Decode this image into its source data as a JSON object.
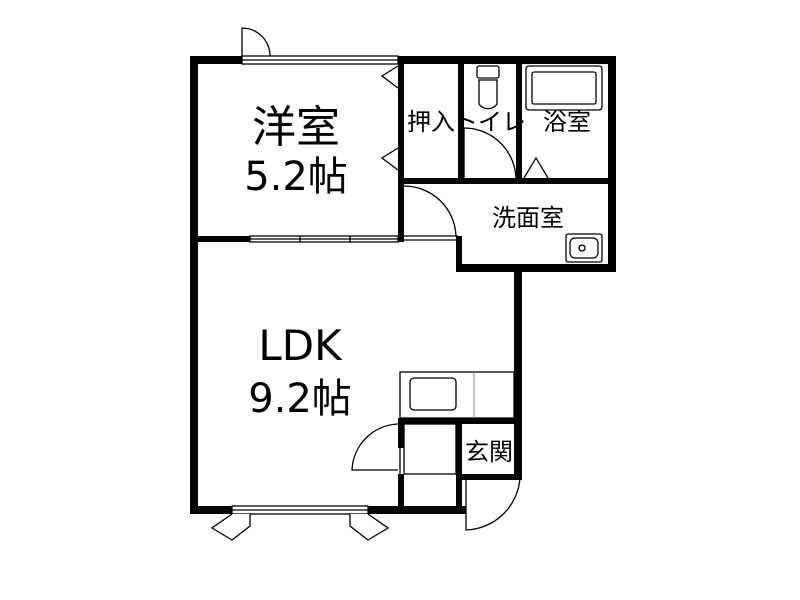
{
  "rooms": {
    "western_room": {
      "name": "洋室",
      "size": "5.2帖"
    },
    "closet": {
      "name": "押入"
    },
    "toilet": {
      "name": "トイレ"
    },
    "bathroom": {
      "name": "浴室"
    },
    "washroom": {
      "name": "洗面室"
    },
    "ldk": {
      "name": "LDK",
      "size": "9.2帖"
    },
    "entrance": {
      "name": "玄関"
    }
  },
  "colors": {
    "wall": "#000000",
    "background": "#ffffff",
    "fixture_line": "#000000"
  }
}
